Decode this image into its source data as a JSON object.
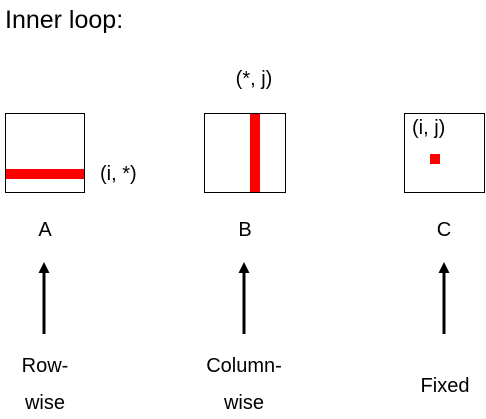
{
  "title": "Inner loop:",
  "highlight_color": "#ff0000",
  "matrices": [
    {
      "id": "A",
      "name": "A",
      "access_label": "(i, *)",
      "highlight": "row",
      "loop_label_line1": "Row-",
      "loop_label_line2": "wise",
      "icon": "arrow-up-icon"
    },
    {
      "id": "B",
      "name": "B",
      "access_label": "(*, j)",
      "highlight": "column",
      "loop_label_line1": "Column-",
      "loop_label_line2": "wise",
      "icon": "arrow-up-icon"
    },
    {
      "id": "C",
      "name": "C",
      "access_label": "(i, j)",
      "highlight": "element",
      "loop_label_line1": "Fixed",
      "loop_label_line2": "",
      "icon": "arrow-up-icon"
    }
  ]
}
